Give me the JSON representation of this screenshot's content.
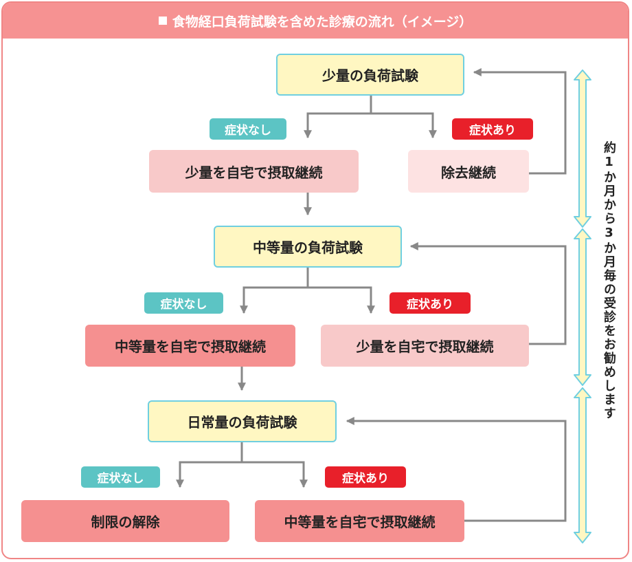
{
  "header": {
    "title": "食物経口負荷試験を含めた診療の流れ（イメージ）"
  },
  "steps": {
    "small_test": "少量の負荷試験",
    "small_home": "少量を自宅で摂取継続",
    "remove": "除去継続",
    "medium_test": "中等量の負荷試験",
    "medium_home": "中等量を自宅で摂取継続",
    "small_home_2": "少量を自宅で摂取継続",
    "daily_test": "日常量の負荷試験",
    "release": "制限の解除",
    "medium_home_2": "中等量を自宅で摂取継続"
  },
  "tags": {
    "no_symptom": "症状なし",
    "symptom": "症状あり"
  },
  "side_note": "約1か月から3か月毎の受診をお勧めします",
  "colors": {
    "header": "#f69292",
    "test_fill": "#fff7c2",
    "test_border": "#6fcfe0",
    "no_symptom": "#5cc4c4",
    "symptom": "#e8202a",
    "arrow": "#888888",
    "bidir_fill": "#fff7c2",
    "bidir_border": "#6fcfe0"
  }
}
